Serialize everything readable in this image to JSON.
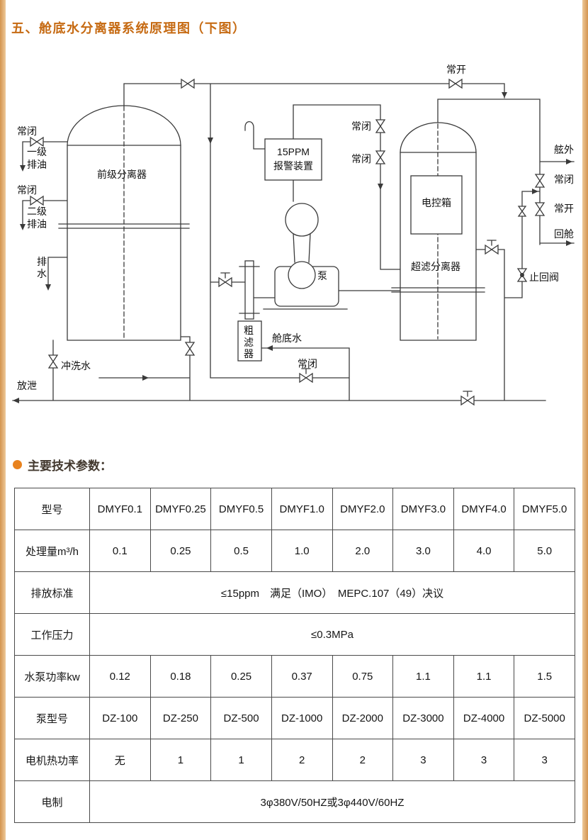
{
  "colors": {
    "title_orange": "#c66a12",
    "side_border_tan": "#d3944e",
    "bullet_orange": "#e8821e",
    "diagram_line": "#3a3a3a"
  },
  "header": {
    "title": "五、舱底水分离器系统原理图（下图）"
  },
  "diagram": {
    "labels": {
      "top_open_valve": "常开",
      "left_closed_valve_1": "常闭",
      "oil_discharge_1": "一级排油",
      "left_closed_valve_2": "常闭",
      "oil_discharge_2": "二级排油",
      "pre_separator": "前级分离器",
      "drain_water": "排水",
      "flush_water": "冲洗水",
      "drain_outlet": "放泄",
      "alarm_ppm": "15PPM",
      "alarm_device": "报警装置",
      "pump": "泵",
      "coarse_filter": "粗滤器",
      "bilge_water": "舱底水",
      "bypass_closed_valve": "常闭",
      "upper_closed_valve_1": "常闭",
      "upper_closed_valve_2": "常闭",
      "control_box": "电控箱",
      "uf_separator": "超滤分离器",
      "overboard": "舷外",
      "overboard_closed_valve": "常闭",
      "return_open_valve": "常开",
      "return_cabin": "回舱",
      "check_valve": "止回阀"
    }
  },
  "params": {
    "heading": "主要技术参数："
  },
  "table": {
    "rows": [
      {
        "label": "型号",
        "cells": [
          "DMYF0.1",
          "DMYF0.25",
          "DMYF0.5",
          "DMYF1.0",
          "DMYF2.0",
          "DMYF3.0",
          "DMYF4.0",
          "DMYF5.0"
        ]
      },
      {
        "label": "处理量m³/h",
        "cells": [
          "0.1",
          "0.25",
          "0.5",
          "1.0",
          "2.0",
          "3.0",
          "4.0",
          "5.0"
        ]
      },
      {
        "label": "排放标准",
        "span": "≤15ppm　满足（IMO）　MEPC.107（49）决议"
      },
      {
        "label": "工作压力",
        "span": "≤0.3MPa"
      },
      {
        "label": "水泵功率kw",
        "cells": [
          "0.12",
          "0.18",
          "0.25",
          "0.37",
          "0.75",
          "1.1",
          "1.1",
          "1.5"
        ]
      },
      {
        "label": "泵型号",
        "cells": [
          "DZ-100",
          "DZ-250",
          "DZ-500",
          "DZ-1000",
          "DZ-2000",
          "DZ-3000",
          "DZ-4000",
          "DZ-5000"
        ]
      },
      {
        "label": "电机热功率",
        "cells": [
          "无",
          "1",
          "1",
          "2",
          "2",
          "3",
          "3",
          "3"
        ]
      },
      {
        "label": "电制",
        "span": "3φ380V/50HZ或3φ440V/60HZ"
      }
    ]
  }
}
